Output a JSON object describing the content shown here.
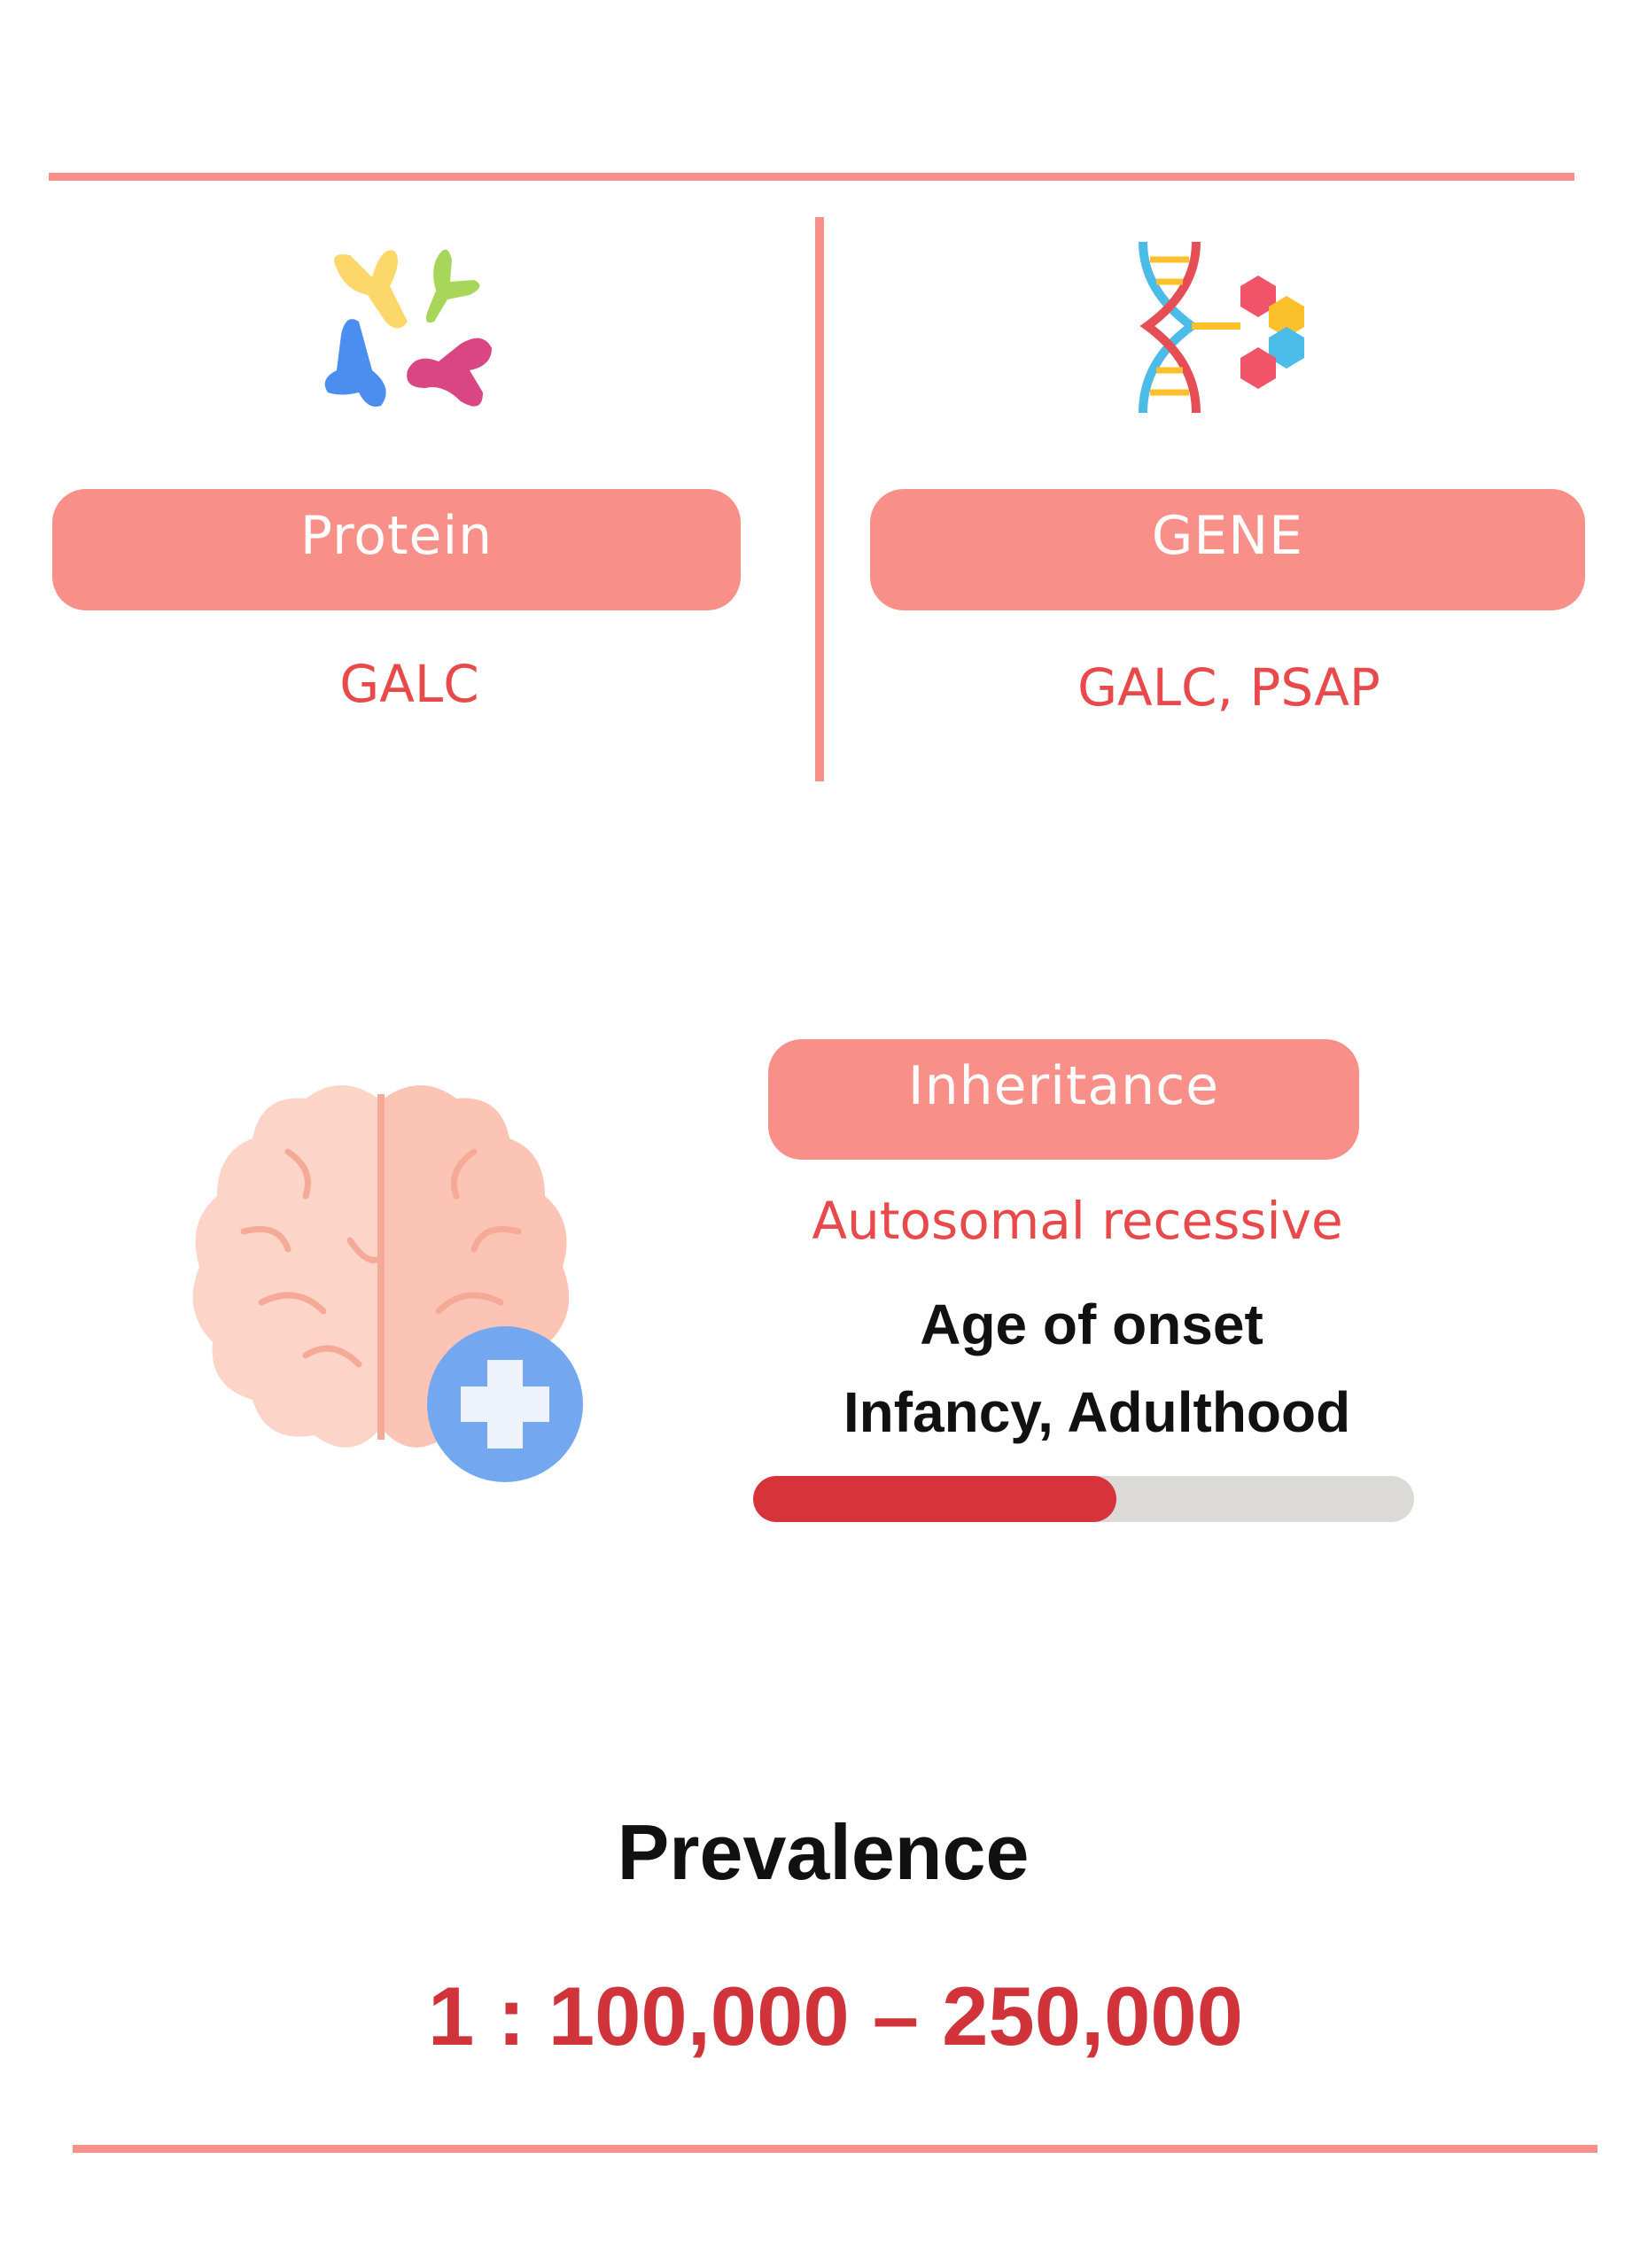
{
  "protein": {
    "label": "Protein",
    "value": "GALC",
    "icon": "protein-molecules-icon"
  },
  "gene": {
    "label": "GENE",
    "value": "GALC, PSAP",
    "icon": "dna-icon"
  },
  "inheritance": {
    "label": "Inheritance",
    "value": "Autosomal recessive",
    "icon": "brain-plus-icon"
  },
  "onset": {
    "title": "Age of onset",
    "value": "Infancy, Adulthood",
    "progress": 0.55
  },
  "prevalence": {
    "title": "Prevalence",
    "value": "1 : 100,000 – 250,000"
  },
  "colors": {
    "accent": "#f98f89",
    "text_red": "#e8494b",
    "bar_fill": "#d6343a",
    "bar_track": "#dcdad6"
  }
}
